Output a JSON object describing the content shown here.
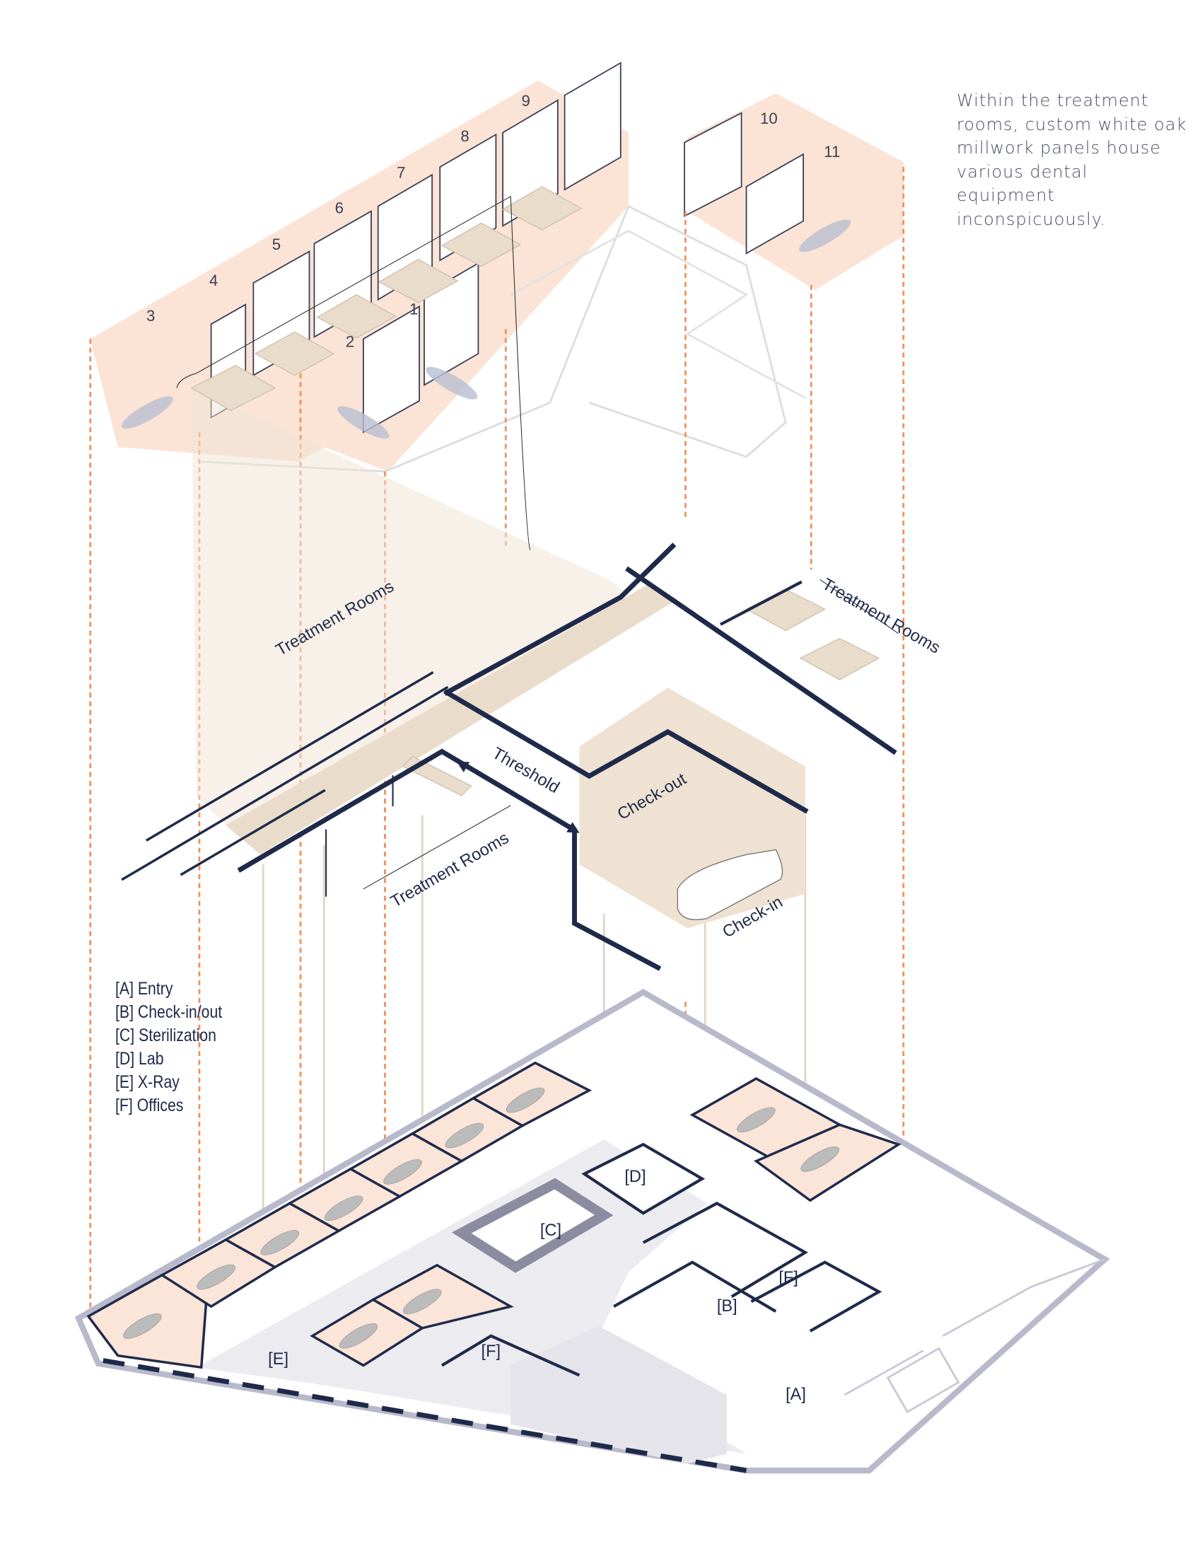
{
  "note": "Within the treatment rooms, custom white oak millwork panels house various dental equipment inconspicuously.",
  "room_numbers": [
    "1",
    "2",
    "3",
    "4",
    "5",
    "6",
    "7",
    "8",
    "9",
    "10",
    "11"
  ],
  "middle_labels": {
    "treatment_left": "Treatment Rooms",
    "treatment_right": "Treatment Rooms",
    "treatment_lower": "Treatment Rooms",
    "threshold": "Threshold",
    "check_out": "Check-out",
    "check_in": "Check-in"
  },
  "legend": [
    "[A] Entry",
    "[B] Check-in/out",
    "[C] Sterilization",
    "[D] Lab",
    "[E] X-Ray",
    "[F] Offices"
  ],
  "plan_labels": {
    "a": "[A]",
    "b": "[B]",
    "c": "[C]",
    "d": "[D]",
    "e": "[E]",
    "f1": "[F]",
    "f2": "[F]"
  },
  "colors": {
    "navy": "#1f2a4a",
    "peach": "#f9d9c8",
    "dash": "#f0905a",
    "wood": "#eadccb",
    "plan_gray": "#b9b9cc"
  }
}
